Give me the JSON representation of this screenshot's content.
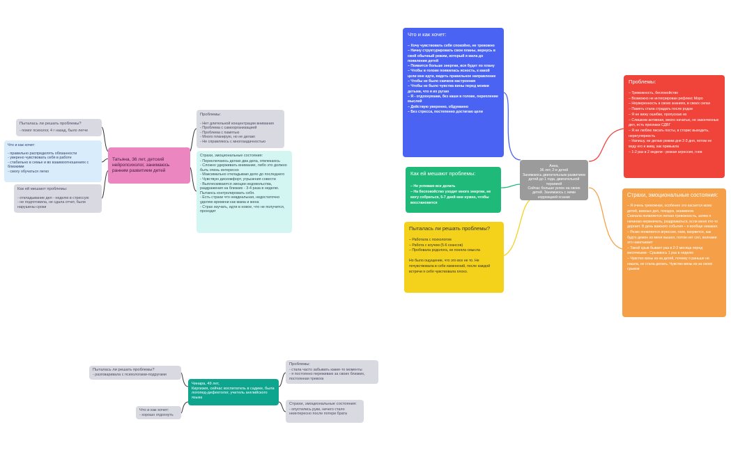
{
  "mindmap1": {
    "center": "Анна,\n36 лет, 2-е детей\nЗанимаюсь двигательным развитием детей до 1 года, двигательной терапией\nСейчас больше уклон на своих детей. Занимаюсь с ними коррекцией осанки",
    "wants": {
      "title": "Что и как хочет:",
      "body": "– Хочу чувствовать себя спокойно, не тревожно\n– Начну структурировать свои планы, вернусь в свой обычный режим, который я жила до появления детей\n– Появится больше энергии, вся будет по плану\n– Чтобы в голове появилась ясность, к какой цели мне идти, видеть правильное направление\n– Чтобы не было скачков настроения\n– Чтобы не было чувства вины перед моими детьми, что я их ругаю\n– Я - отдохнувшая, без каши в голове, перепление мыслей\n– Действую уверенно, обдуманно\n– Без стресса, постепенно достигаю цели"
    },
    "obstacles": {
      "title": "Как ей мешают проблемы:",
      "body": "– Не успеваю все делать\n– На беспокойство уходит много энергии, не могу собраться, 5-7 дней мне нужно, чтобы восстановится"
    },
    "tried": {
      "title": "Пыталась ли решать проблемы?",
      "body": "– Работала с психологом\n– Работа с коучем (5-6 сеансов)\n– Пробовала родолога, не поняла смысла\n\nНо было ощущение, что это все не то. Не почувствовала в себе изменений, после каждой встречи я себя чувствовала плохо."
    },
    "problems": {
      "title": "Проблемы:",
      "body": "– Тревожность, беспокойство\n– Возможно не интегрирован рефлекс Моро\n– Неуверенность в своих знаниях, в своих силах\n– Память стала страдать после родов\n– Я не вижу ошибки, пропускаю их\n– Слишком активная, много начатых, не законченных дел, есть признаки СДВГ\n– Я не люблю писать посты, в сторис выходить, нерегулярность\n– Напишу, не делаю режим дня 2-3 дня, потом не веду его и живу, как привыкла\n– 1-2 раз в 2 недели - резкая агрессия, гнев"
    },
    "fears": {
      "title": "Страхи, эмоциональные состояния:",
      "body": "– Я очень тревожная, особенно это касается моих детей, важных дел, поездок, экзаменов.\nСначала появляется легкая тревожность, затем я начинаю нервничать, раздражаться, если меня кто-то дергает. В день важного события – я вообще никакая.\n– Резко появляется агрессия, гнев, взорвется, как будто демон из меня вышел, потом нет сил, волнами это накатывает\n– Такой срыв бывает раз в 2-3 месяца перед месячными - Срываюсь 1 раз в неделю\n– Чувство вины из-за детей, почему я раньше не нашла, не стала делать. Чувство вины из-за своих срывов"
    }
  },
  "mindmap2": {
    "center": "Татьяна, 36 лет, детский нейропсихолог, занимаюсь ранним развитием детей",
    "tried": {
      "title": "Пыталась ли решать проблемы?",
      "body": "- помог психолог, 4 г назад, было легче"
    },
    "wants": {
      "title": "Что и как хочет:",
      "body": "- правильно распределять обязанности\n- уверено чувствовать себя в работе\n- стабильно в семье и во взаимоотношениях с близкими\n- смогу обучаться легко"
    },
    "obstacles": {
      "title": "Как ей мешают проблемы:",
      "body": "- откладывание дел - неделю в стрессую\n- не подготовила, не сдала отчет, были нарушены сроки"
    },
    "problems": {
      "title": "Проблемы:",
      "body": "- Нет длительной концентрации внимания\n- Проблема с самоорганизацией\n- Проблема с памятью\n- Много планирую, но не делаю\n- Не справляюсь с многозадачностью"
    },
    "fears": {
      "title": "Страхи, эмоциональные состояния:",
      "body": "- Переключаюсь делаю два дела, отвлекаюсь\n- Сложно удерживать внимание, либо это должно быть очень интересно\n- Максимально откладываю дело до последнего\n- Чувствую дискомфорт, угрызения совести\n- Выплескиваются эмоции недовольства, раздражения на близких - 3-4 раза в неделю. Пытаюсь контролировать себя.\n- Есть страхи что невдеальная, недостаточно уделяю времени как мама и жена\n- Страх изучать, идти в новое, что не получится, проходит"
    }
  },
  "mindmap3": {
    "center": "Чинара, 49 лет,\nКиргизия, сейчас воспитатель в садике, была логопед-дефектолог, учитель английского языка",
    "tried": {
      "title": "Пыталась ли решать проблемы?",
      "body": "- разговаривала с психологами-подругами"
    },
    "wants": {
      "title": "Что и как хочет:",
      "body": "- хорошо отдохнуть"
    },
    "problems": {
      "title": "Проблемы:",
      "body": "- стала часто забывать какие-то моменты\n- я постоянно переживаю за своих близких, постоянная тревога"
    },
    "fears": {
      "title": "Страхи, эмоциональные состояния:",
      "body": "- опустились руки, ничего стало неинтересно после потери брата"
    }
  },
  "colors": {
    "blue": "#4a63f3",
    "green": "#1fb97a",
    "yellow": "#f4d21c",
    "red": "#f0433a",
    "orange": "#f5a049",
    "pink": "#ec86c0",
    "teal": "#0ea58f",
    "grey": "#9b9b9b"
  }
}
